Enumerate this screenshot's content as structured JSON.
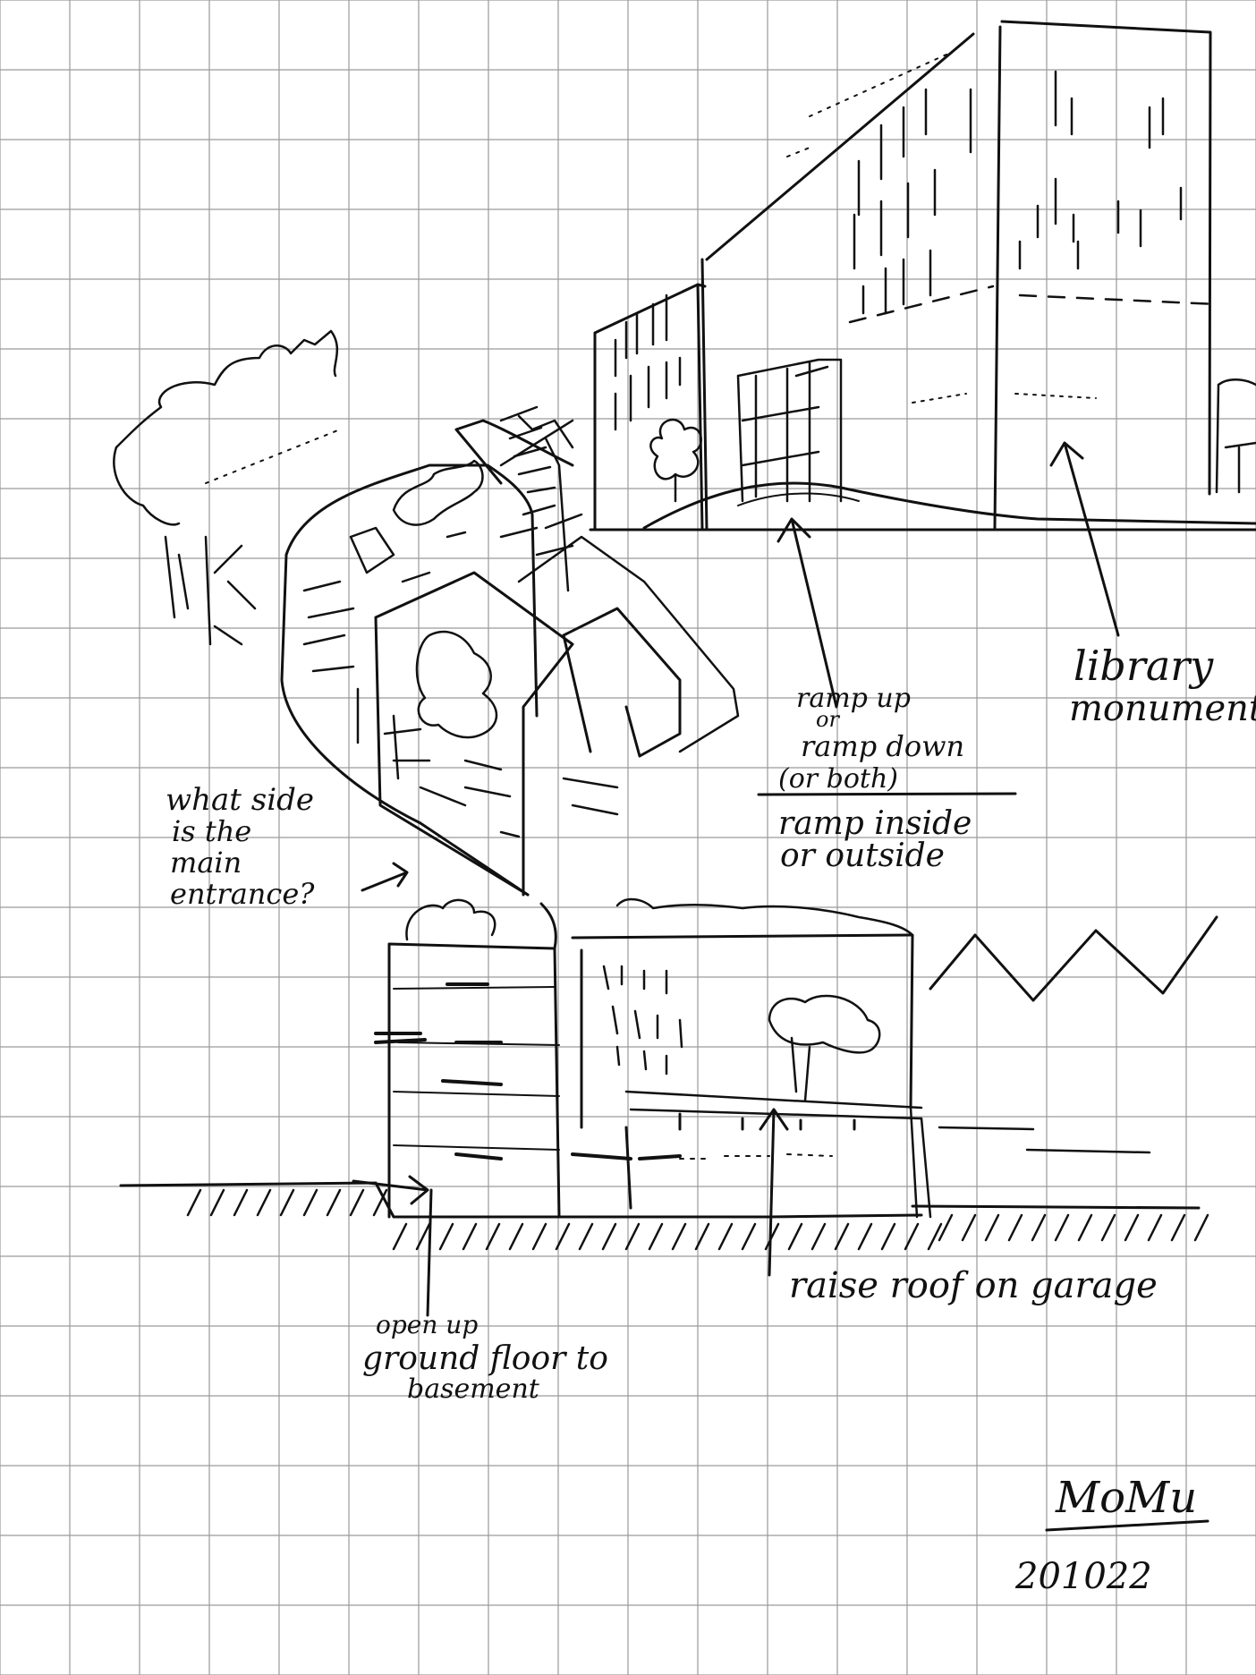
{
  "colors": {
    "paper": "#ffffff",
    "grid": "#9a9a9a",
    "ink": "#111111"
  },
  "annotations": {
    "library": {
      "line1": "library",
      "line2": "monument"
    },
    "ramp": {
      "line1": "ramp up",
      "line2": "or",
      "line3": "ramp down",
      "line4": "(or both)",
      "line5": "ramp inside",
      "line6": "or outside"
    },
    "entrance": {
      "line1": "what side",
      "line2": "is the",
      "line3": "main",
      "line4": "entrance?"
    },
    "garage": {
      "line1": "raise roof on garage"
    },
    "ground": {
      "line1": "open up",
      "line2": "ground floor to",
      "line3": "basement"
    }
  },
  "signature": {
    "name": "MoMu",
    "date": "201022"
  }
}
